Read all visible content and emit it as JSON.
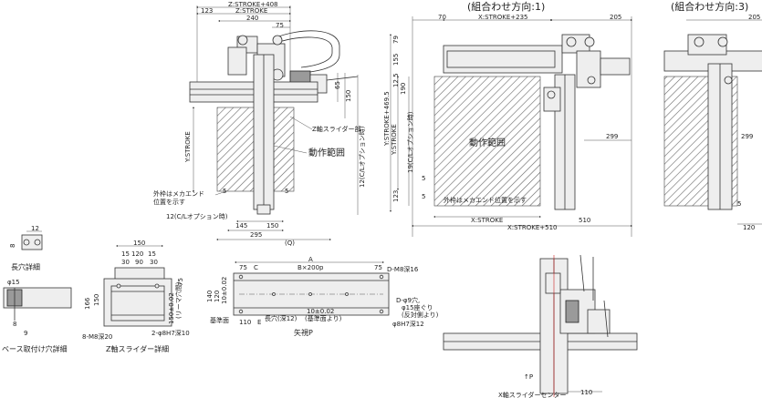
{
  "headers": {
    "combo1": "(組合わせ方向:1)",
    "combo3": "(組合わせ方向:3)"
  },
  "zrange_label": "動作範囲",
  "xy_range_label": "動作範囲",
  "zslider_part": "Z軸スライダー部",
  "outer_frame_note_1": "外枠はメカエンド",
  "outer_frame_note_2": "位置を示す",
  "outer_frame_note_xy": "外枠はメカエンド位置を示す",
  "dims_z": {
    "z_stroke_408": "Z:STROKE+408",
    "d123": "123",
    "z_stroke": "Z:STROKE",
    "d240": "240",
    "d75": "75",
    "y_stroke": "Y:STROKE",
    "d65": "65",
    "d150": "150",
    "d12cl": "12(C/Lオプション時)",
    "d5a": "5",
    "d5b": "5",
    "d12cl_h": "12(C/Lオプション時)",
    "d145": "145",
    "d150b": "150",
    "d295": "295",
    "q": "(Q)"
  },
  "dims_xy": {
    "d70": "70",
    "x_stroke_235": "X:STROKE+235",
    "d205": "205",
    "d79": "79",
    "d155": "155",
    "d12_5": "12.5",
    "d190": "190",
    "y_stroke_469": "Y:STROKE+469.5",
    "y_stroke": "Y:STROKE",
    "d19cl": "19(C/Lオプション時)",
    "d299": "299",
    "d123": "123",
    "d5a": "5",
    "d5b": "5",
    "x_stroke": "X:STROKE",
    "x_stroke_510": "X:STROKE+510",
    "d510": "510"
  },
  "dims_combo3": {
    "d205": "205",
    "d299": "299",
    "d5": "5",
    "d120": "120"
  },
  "detail_slot": {
    "title": "長穴詳細",
    "d12": "12",
    "d8": "8"
  },
  "detail_base": {
    "title": "ベース取付け穴詳細",
    "phi15": "φ15",
    "d8": "8",
    "d9": "9"
  },
  "detail_zslider": {
    "title": "Z軸スライダー詳細",
    "d150": "150",
    "d120": "120",
    "d15": "15",
    "d30": "30",
    "d90": "90",
    "d75": "75",
    "d166": "166",
    "d150v": "150",
    "d150_02": "150±0.02",
    "ream": "(リーマ穴間)",
    "m8": "8-M8深20",
    "pin": "2-φ8H7深10"
  },
  "detail_arrowp": {
    "title": "矢視P",
    "A": "A",
    "d75a": "75",
    "C": "C",
    "B": "B×200p",
    "d75b": "75",
    "m8": "D-M8深16",
    "d140": "140",
    "d120": "120",
    "d10_02": "10±0.02",
    "kijun": "基準面",
    "d110": "110",
    "E": "E",
    "slot": "長穴(深12)",
    "d10_02b": "10±0.02",
    "ref": "(基準面より)",
    "d_phi9": "D-φ9穴,",
    "d_phi15": "φ15座ぐり",
    "d_rev": "(反対側より)",
    "pin": "φ8H7深12"
  },
  "bottom_view": {
    "p_label": "↑P",
    "x_center": "X軸スライダーセンター",
    "d110": "110"
  }
}
